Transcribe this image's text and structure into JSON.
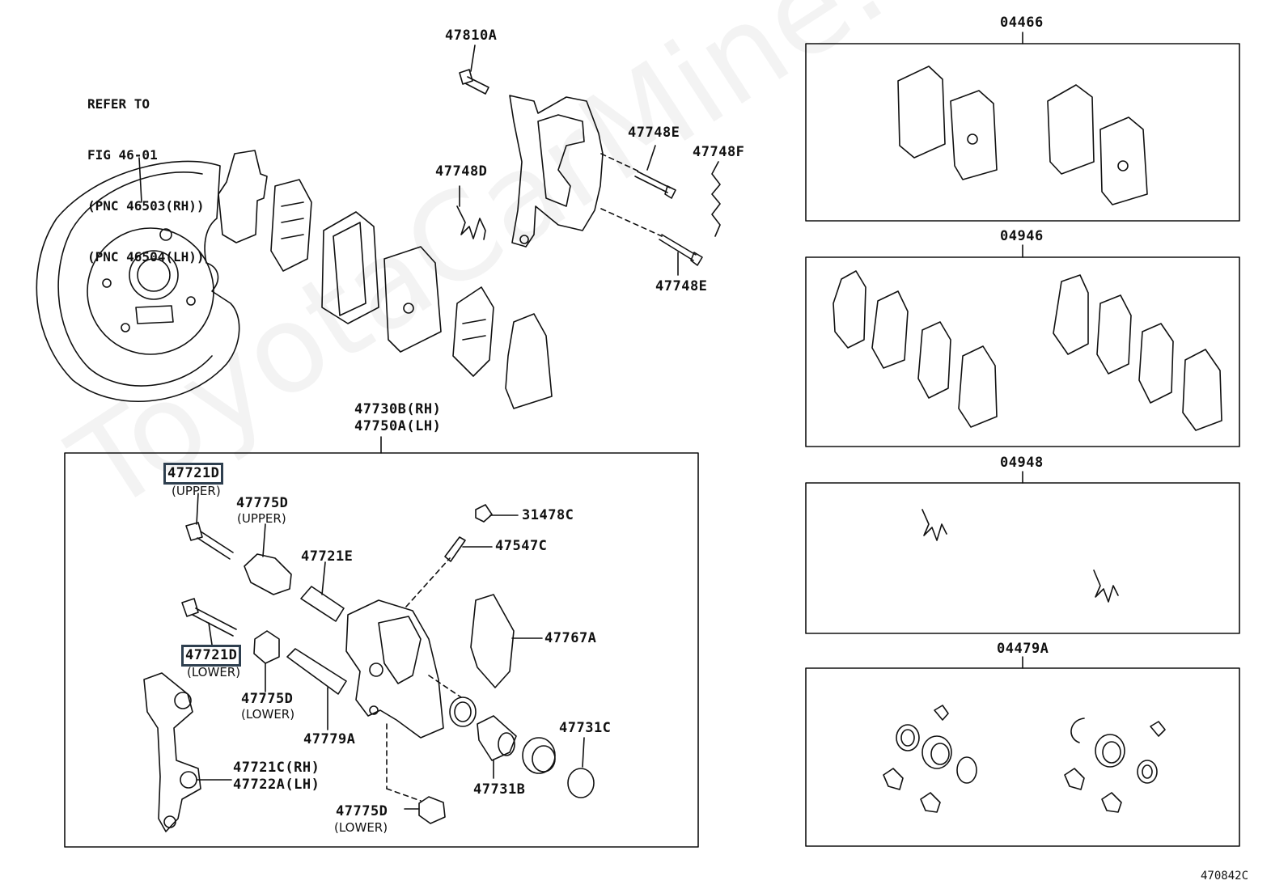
{
  "watermark": "ToyotaCarMine.ru",
  "refer_note": {
    "line1": "REFER TO",
    "line2": "FIG 46-01",
    "line3": "(PNC 46503(RH))",
    "line4": "(PNC 46504(LH))"
  },
  "labels": {
    "p47810A": "47810A",
    "p47748E_top": "47748E",
    "p47748F": "47748F",
    "p47748D": "47748D",
    "p47748E_bottom": "47748E",
    "p47730B": "47730B(RH)",
    "p47750A": "47750A(LH)",
    "p47721D_upper": "47721D",
    "p47721D_upper_sub": "(UPPER)",
    "p47775D_upper": "47775D",
    "p47775D_upper_sub": "(UPPER)",
    "p47721E": "47721E",
    "p31478C": "31478C",
    "p47547C": "47547C",
    "p47767A": "47767A",
    "p47721D_lower": "47721D",
    "p47721D_lower_sub": "(LOWER)",
    "p47775D_lower": "47775D",
    "p47775D_lower_sub": "(LOWER)",
    "p47779A": "47779A",
    "p47731C": "47731C",
    "p47721C": "47721C(RH)",
    "p47722A": "47722A(LH)",
    "p47731B": "47731B",
    "p47775D_bottom": "47775D",
    "p47775D_bottom_sub": "(LOWER)"
  },
  "kits": {
    "k04466": "04466",
    "k04946": "04946",
    "k04948": "04948",
    "k04479A": "04479A"
  },
  "figure_code": "470842C",
  "colors": {
    "line": "#111111",
    "highlight": "#2e3f4f"
  }
}
